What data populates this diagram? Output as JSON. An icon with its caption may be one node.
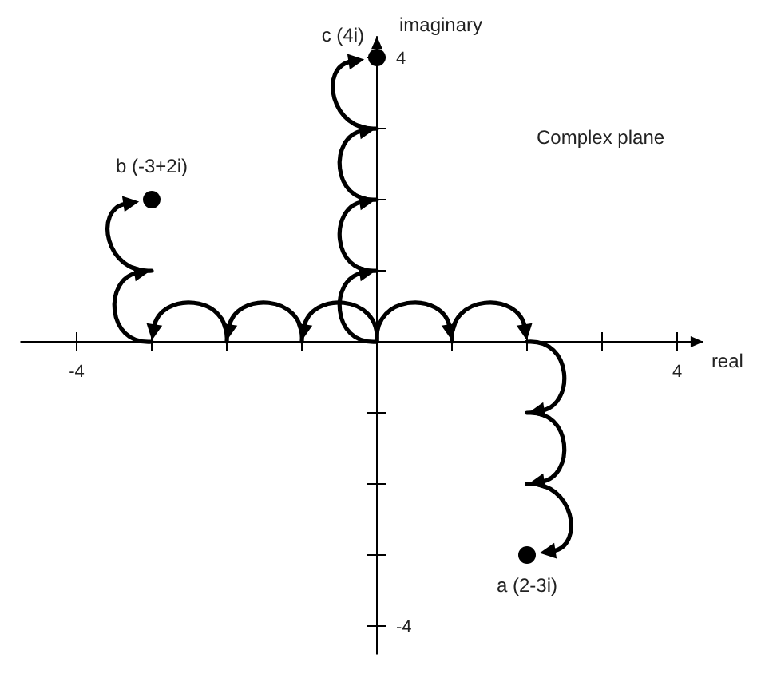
{
  "diagram": {
    "title": "Complex plane",
    "chart_data": {
      "type": "scatter",
      "xlabel": "real",
      "ylabel": "imaginary",
      "x": [
        -3,
        0,
        2
      ],
      "series": [
        {
          "color": "#000000",
          "values": [
            2,
            4,
            -3
          ]
        }
      ],
      "xlim": [
        -4.75,
        4.35
      ],
      "ylim": [
        -4.4,
        4.3
      ],
      "xticks": [
        -4,
        4
      ],
      "yticks": [
        -4,
        4
      ],
      "annotations": [
        {
          "text": "b (-3+2i)",
          "x": -3,
          "y": 2
        },
        {
          "text": "c (4i)",
          "x": 0,
          "y": 4
        },
        {
          "text": "a (2-3i)",
          "x": 2,
          "y": -3
        }
      ]
    }
  }
}
